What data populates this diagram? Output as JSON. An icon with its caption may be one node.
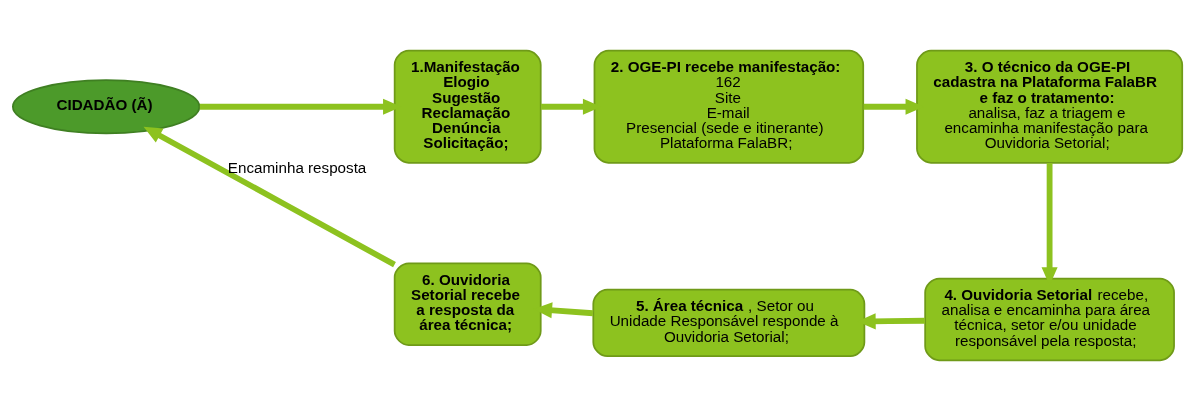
{
  "diagram": {
    "nodes": [
      {
        "text": [
          "CIDADÃO (Ã)"
        ]
      },
      {
        "text": [
          "1.Manifestação",
          "Elogio",
          "Sugestão",
          "Reclamação",
          "Denúncia",
          "Solicitação;"
        ]
      },
      {
        "text": [
          "2. OGE-PI recebe manifestação:",
          "162",
          "Site",
          "E-mail",
          "Presencial (sede e itinerante)",
          "Plataforma FalaBR;"
        ]
      },
      {
        "text": [
          "3. O técnico da OGE-PI cadastra na Plataforma FalaBR e faz o tratamento:",
          "analisa, faz a triagem e encaminha manifestação para Ouvidoria Setorial;"
        ]
      },
      {
        "text": [
          "**4. Ouvidoria Setorial** recebe, analisa e encaminha para área técnica, setor e/ou unidade responsável pela resposta;"
        ]
      },
      {
        "text": [
          "**5. Área técnica**, Setor ou Unidade Responsável responde à Ouvidoria Setorial;"
        ]
      },
      {
        "text": [
          "6. Ouvidoria Setorial recebe a resposta da área técnica;"
        ]
      }
    ],
    "edges": [
      {
        "from": 0,
        "to": 1,
        "arrow": "to"
      },
      {
        "from": 1,
        "to": 2,
        "arrow": "to"
      },
      {
        "from": 2,
        "to": 3,
        "arrow": "to"
      },
      {
        "from": 3,
        "to": 4,
        "arrow": "to"
      },
      {
        "from": 4,
        "to": 5,
        "arrow": "to"
      },
      {
        "from": 5,
        "to": 6,
        "arrow": "to"
      },
      {
        "from": 6,
        "to": 0,
        "arrow": "to",
        "label": "Encaminha resposta"
      }
    ]
  }
}
